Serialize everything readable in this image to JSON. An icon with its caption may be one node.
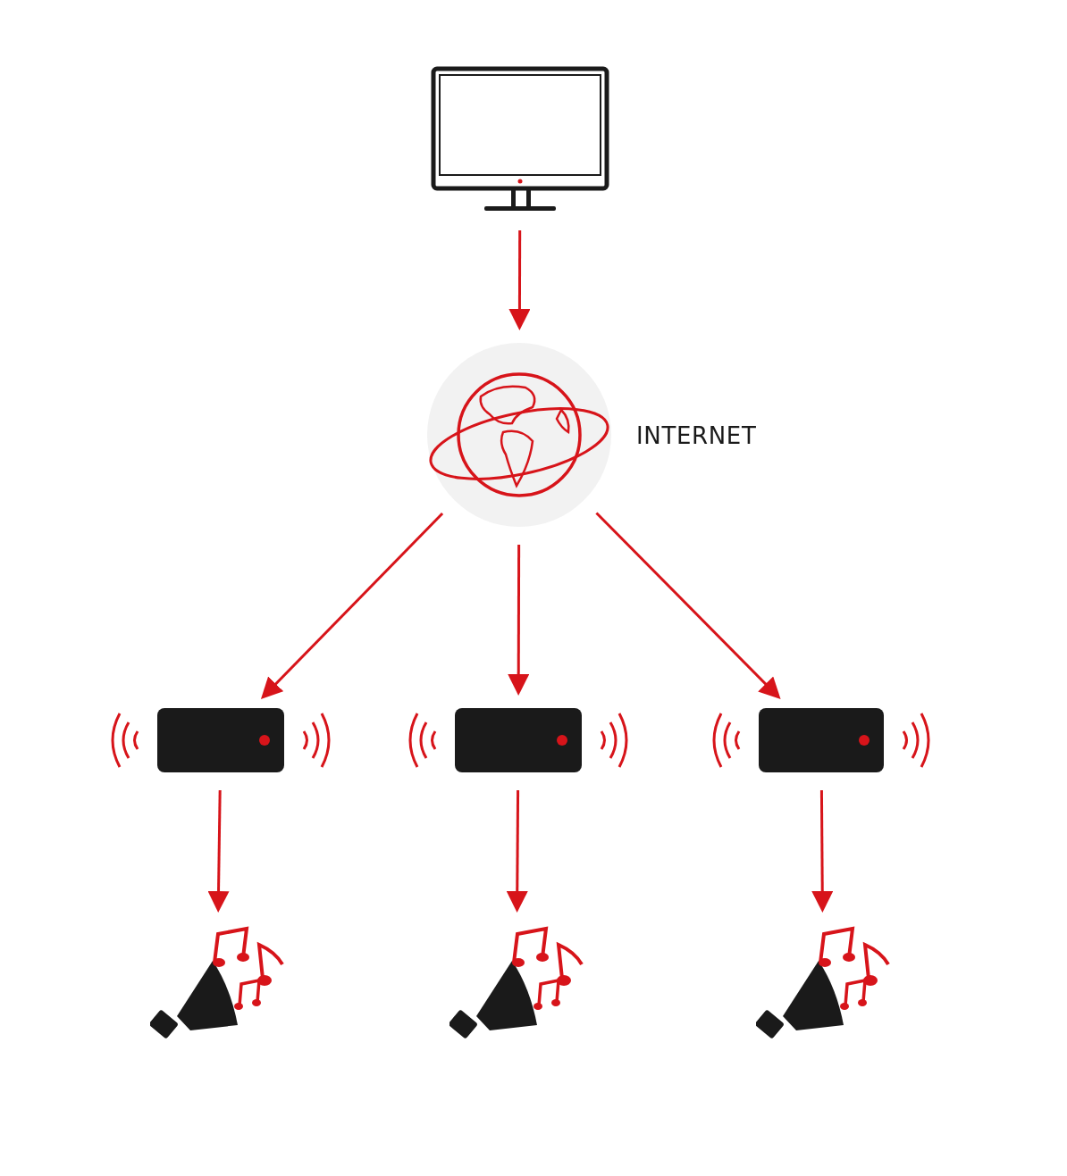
{
  "diagram": {
    "nodes": [
      {
        "text": [],
        "shape": "picture"
      },
      {
        "text": [],
        "shape": "circle",
        "beside": [
          "INTERNET"
        ]
      },
      {
        "text": [],
        "shape": "box"
      },
      {
        "text": [],
        "shape": "box"
      },
      {
        "text": [],
        "shape": "box"
      },
      {
        "text": [],
        "shape": "picture"
      },
      {
        "text": [],
        "shape": "picture"
      },
      {
        "text": [],
        "shape": "picture"
      }
    ],
    "edges": [
      {
        "from": 0,
        "to": 1,
        "arrow": "to"
      },
      {
        "from": 1,
        "to": 2,
        "arrow": "to"
      },
      {
        "from": 1,
        "to": 3,
        "arrow": "to"
      },
      {
        "from": 1,
        "to": 4,
        "arrow": "to"
      },
      {
        "from": 2,
        "to": 5,
        "arrow": "to"
      },
      {
        "from": 3,
        "to": 6,
        "arrow": "to"
      },
      {
        "from": 4,
        "to": 7,
        "arrow": "to"
      }
    ]
  }
}
